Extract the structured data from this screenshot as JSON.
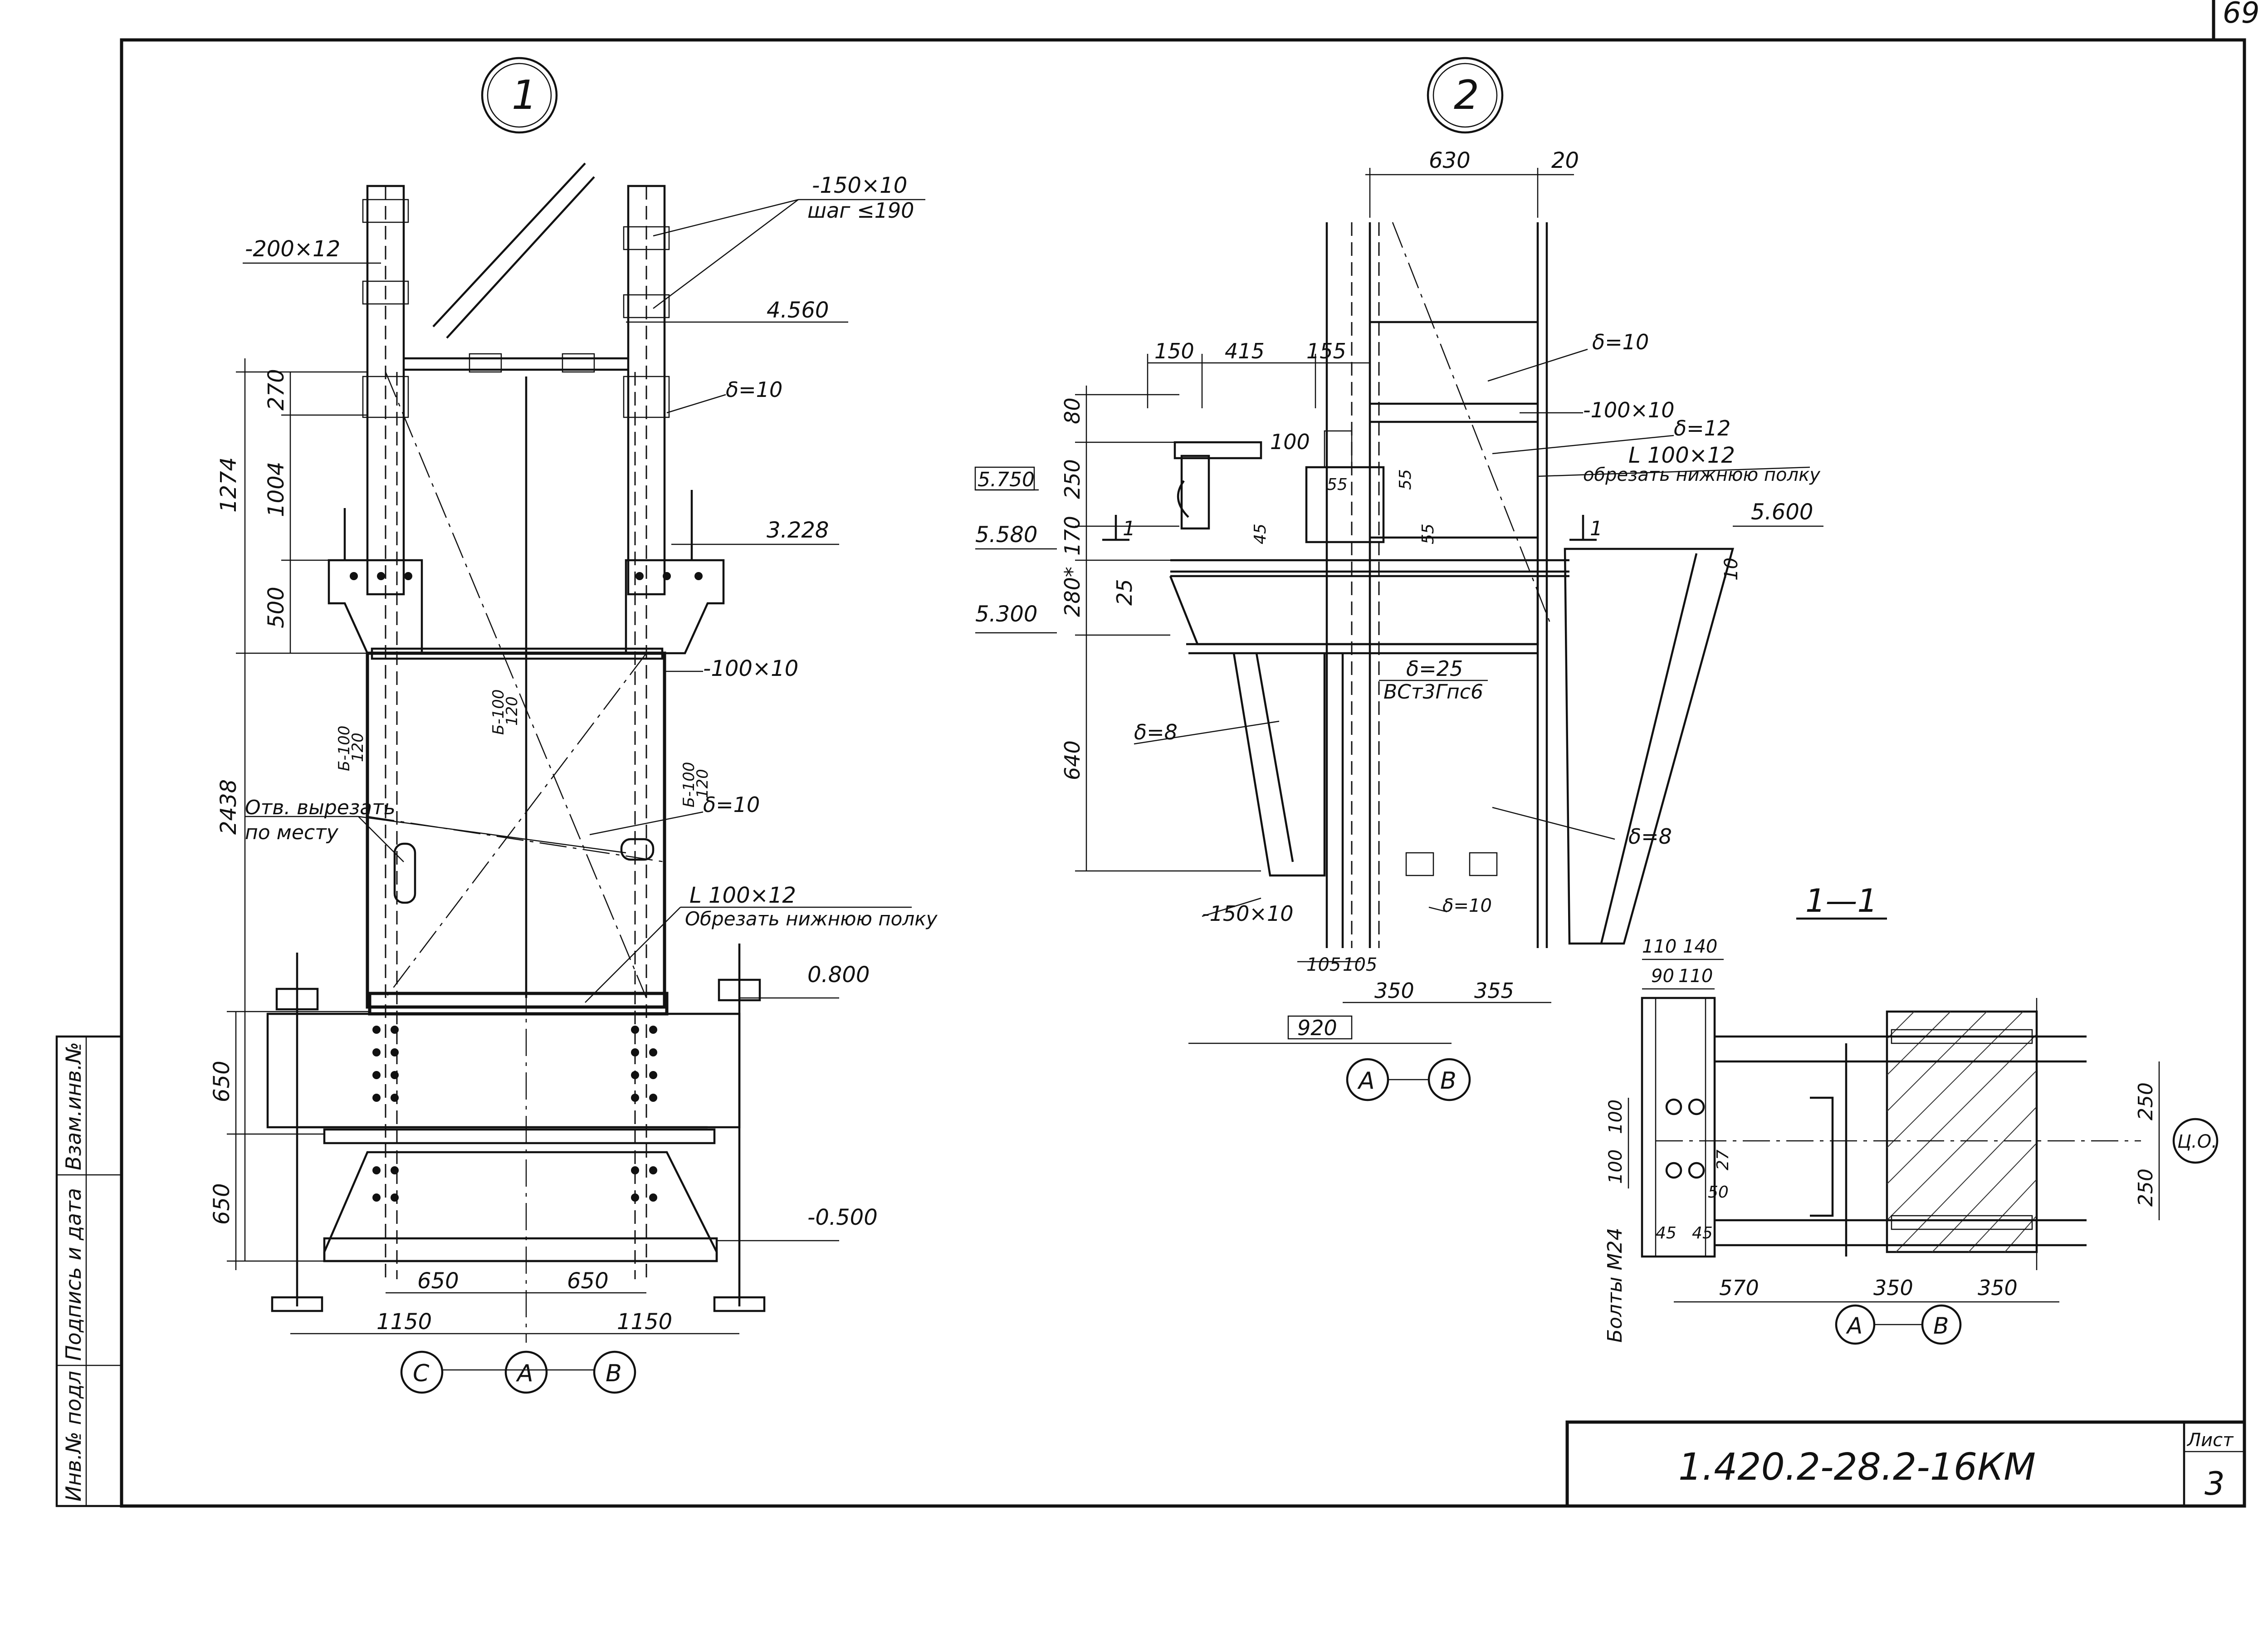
{
  "sheet": {
    "page_number": "69",
    "drawing_code": "1.420.2-28.2-16КМ",
    "sheet_label": "Лист",
    "sheet_number": "3",
    "side_stamp": [
      "Инв.№ подл",
      "Подпись и дата",
      "Взам.инв.№"
    ]
  },
  "view1": {
    "marker": "1",
    "labels": {
      "plate_top": "-200×12",
      "batten": "-150×10",
      "batten_pitch": "шаг ≤190",
      "elev_4560": "4.560",
      "elev_3228": "3.228",
      "elev_0800": "0.800",
      "elev_m0500": "-0.500",
      "delta_10": "δ=10",
      "delta_10b": "δ=10",
      "plate_100x10": "-100×10",
      "hole_note_1": "Отв. вырезать",
      "hole_note_2": "по месту",
      "angle": "L 100×12",
      "angle_note": "Обрезать нижнюю полку",
      "c100_1": "Б-100",
      "c100_1b": "120",
      "c100_2": "Б-100",
      "c100_2b": "120",
      "c100_3": "Б-100",
      "c100_3b": "120"
    },
    "dims": {
      "d270": "270",
      "d1274": "1274",
      "d1004": "1004",
      "d500": "500",
      "d2438": "2438",
      "d650a": "650",
      "d650b": "650",
      "d650c": "650",
      "d650d": "650",
      "d1150a": "1150",
      "d1150b": "1150"
    },
    "axes": [
      "С",
      "А",
      "В"
    ]
  },
  "view2": {
    "marker": "2",
    "labels": {
      "elev_5750": "5.750",
      "elev_5580": "5.580",
      "elev_5300": "5.300",
      "elev_5600": "5.600",
      "delta_10": "δ=10",
      "plate_100x10": "-100×10",
      "delta_12": "δ=12",
      "angle": "L 100×12",
      "angle_note": "обрезать нижнюю полку",
      "delta_25": "δ=25",
      "steel": "ВСт3Гпс6",
      "delta_8a": "δ=8",
      "delta_8b": "δ=8",
      "plate_150x10": "-150×10",
      "delta_10b": "δ=10",
      "section_mark": "1",
      "section_mark_b": "1"
    },
    "dims": {
      "d630": "630",
      "d20": "20",
      "d150": "150",
      "d415": "415",
      "d155": "155",
      "d80": "80",
      "d250": "250",
      "d100": "100",
      "d55a": "55",
      "d55b": "55",
      "d55c": "55",
      "d45": "45",
      "d170": "170",
      "d25": "25",
      "d280": "280*",
      "d640": "640",
      "d10": "10",
      "d105a": "105",
      "d105b": "105",
      "d350": "350",
      "d355": "355",
      "d920": "920"
    },
    "axes": [
      "А",
      "В"
    ]
  },
  "section11": {
    "title": "1—1",
    "dims": {
      "d110a": "110",
      "d140": "140",
      "d90": "90",
      "d110b": "110",
      "d100a": "100",
      "d100b": "100",
      "d27": "27",
      "d50": "50",
      "d45a": "45",
      "d45b": "45",
      "d570": "570",
      "d350a": "350",
      "d350b": "350",
      "d250a": "250",
      "d250b": "250"
    },
    "bolts": "Болты М24",
    "axis_label": "Ц.О.",
    "axes": [
      "А",
      "В"
    ]
  }
}
